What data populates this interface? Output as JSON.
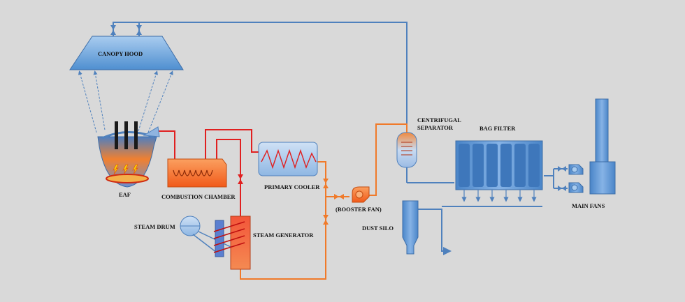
{
  "labels": {
    "canopy_hood": "CANOPY HOOD",
    "eaf": "EAF",
    "combustion_chamber": "COMBUSTION CHAMBER",
    "primary_cooler": "PRIMARY COOLER",
    "steam_drum": "STEAM DRUM",
    "steam_generator": "STEAM GENERATOR",
    "booster_fan": "(BOOSTER FAN)",
    "centrifugal_separator_line1": "CENTRIFUGAL",
    "centrifugal_separator_line2": "SEPARATOR",
    "bag_filter": "BAG FILTER",
    "dust_silo": "DUST  SILO",
    "main_fans": "MAIN FANS"
  },
  "colors": {
    "background": "#d9d9d9",
    "hot_gas_line": "#e02020",
    "warm_gas_line": "#f07a2a",
    "cool_gas_line": "#4f81bd",
    "equipment_blue": "#5b9bd5",
    "equipment_orange": "#f4702e"
  },
  "icons": [
    "valve-icon",
    "fan-icon",
    "flame-icon",
    "electrode-icon",
    "filter-bag-icon",
    "stack-icon"
  ]
}
